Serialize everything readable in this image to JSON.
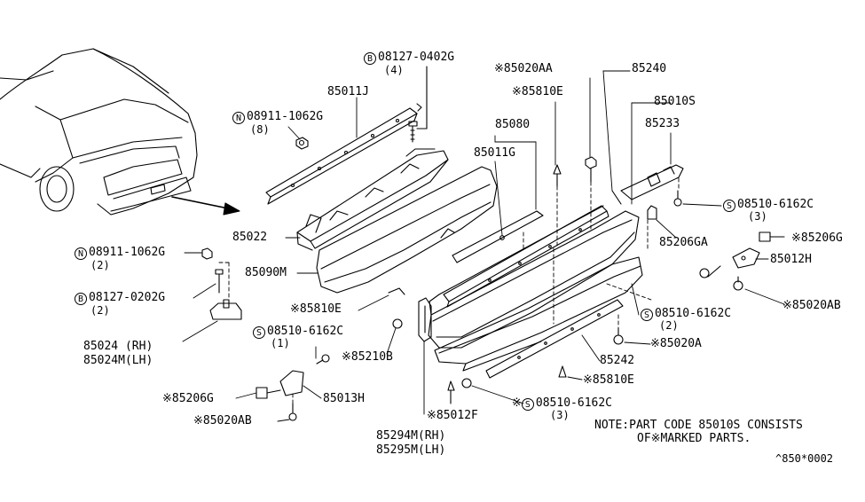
{
  "labels": {
    "l_85011J": "85011J",
    "l_bolt_top": "08127-0402G",
    "l_bolt_top_circ": "B",
    "l_bolt_top_qty": "(4)",
    "l_nut_top": "08911-1062G",
    "l_nut_top_circ": "N",
    "l_nut_top_qty": "(8)",
    "l_85022": "85022",
    "l_85090M": "85090M",
    "l_nut_left": "08911-1062G",
    "l_nut_left_circ": "N",
    "l_nut_left_qty": "(2)",
    "l_bolt_left": "08127-0202G",
    "l_bolt_left_circ": "B",
    "l_bolt_left_qty": "(2)",
    "l_85024": "85024 (RH)",
    "l_85024M": "85024M(LH)",
    "l_85810E_l": "※85810E",
    "l_screw_l": "08510-6162C",
    "l_screw_l_circ": "S",
    "l_screw_l_qty": "(1)",
    "l_85210B": "※85210B",
    "l_85206G_l": "※85206G",
    "l_85013H": "85013H",
    "l_85020AB_l": "※85020AB",
    "l_85012F": "※85012F",
    "l_85294M": "85294M(RH)",
    "l_85295M": "85295M(LH)",
    "l_85080": "85080",
    "l_85011G": "85011G",
    "l_85020AA": "※85020AA",
    "l_85810E_t": "※85810E",
    "l_85240": "85240",
    "l_85010S": "85010S",
    "l_85233": "85233",
    "l_screw_r1": "08510-6162C",
    "l_screw_r1_circ": "S",
    "l_screw_r1_qty": "(3)",
    "l_85206GA": "85206GA",
    "l_85206G_r": "※85206G",
    "l_85012H": "85012H",
    "l_85020AB_r": "※85020AB",
    "l_screw_r2": "08510-6162C",
    "l_screw_r2_circ": "S",
    "l_screw_r2_qty": "(2)",
    "l_85020A": "※85020A",
    "l_85242": "85242",
    "l_85810E_b": "※85810E",
    "l_screw_b": "08510-6162C",
    "l_screw_b_circ": "S",
    "l_screw_b_qty": "(3)",
    "note1": "NOTE:PART CODE 85010S CONSISTS",
    "note2": "OF※MARKED PARTS.",
    "code": "^850*0002"
  }
}
